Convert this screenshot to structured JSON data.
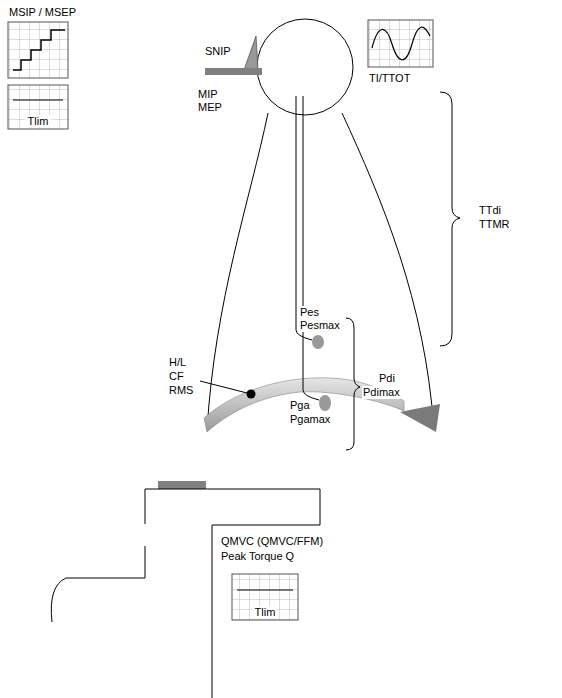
{
  "diagram": {
    "nodes": [
      {
        "text": [
          "Tlim"
        ]
      },
      {
        "text": [
          "Tlim"
        ]
      }
    ],
    "labels": [
      "MSIP / MSEP",
      "SNIP",
      "MIP",
      "MEP",
      "TI/TTOT",
      "TTdi",
      "TTMR",
      "Pes",
      "Pesmax",
      "Pdi",
      "Pdimax",
      "H/L",
      "CF",
      "RMS",
      "Pga",
      "Pgamax",
      "QMVC (QMVC/FFM)",
      "Peak Torque Q"
    ]
  }
}
